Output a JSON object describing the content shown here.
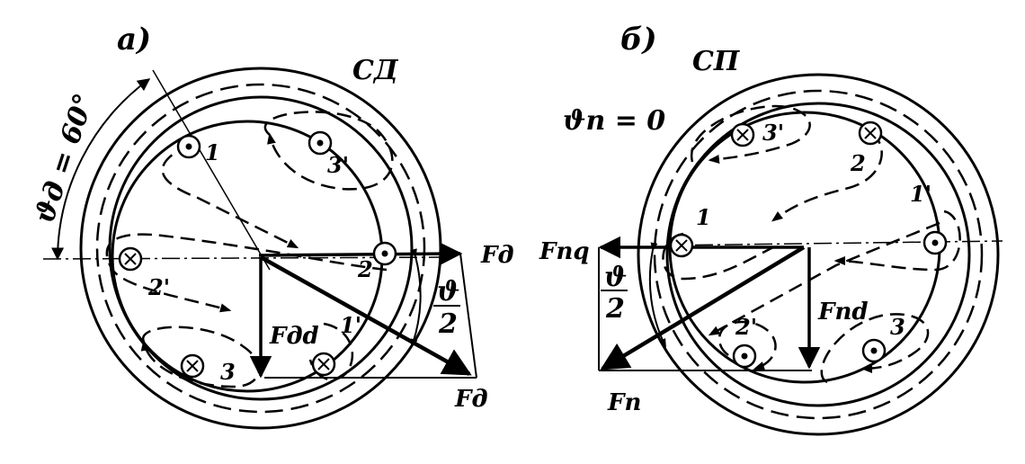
{
  "figure_a": {
    "panel_label": "а)",
    "machine_label": "СД",
    "angle_label": "ϑд = 60°",
    "slots": [
      "1",
      "2",
      "3",
      "1'",
      "2'",
      "3'"
    ],
    "vectors": {
      "f_top": "Fд",
      "f_bottom": "Fд",
      "f_d": "Fдd",
      "half_angle_num": "ϑ",
      "half_angle_den": "2"
    }
  },
  "figure_b": {
    "panel_label": "б)",
    "machine_label": "СП",
    "angle_label": "ϑп = 0",
    "slots": [
      "1",
      "2",
      "3",
      "1'",
      "2'",
      "3'"
    ],
    "vectors": {
      "f_q": "Fпq",
      "f_d": "Fпd",
      "f_n": "Fп",
      "half_angle_num": "ϑ",
      "half_angle_den": "2"
    }
  }
}
